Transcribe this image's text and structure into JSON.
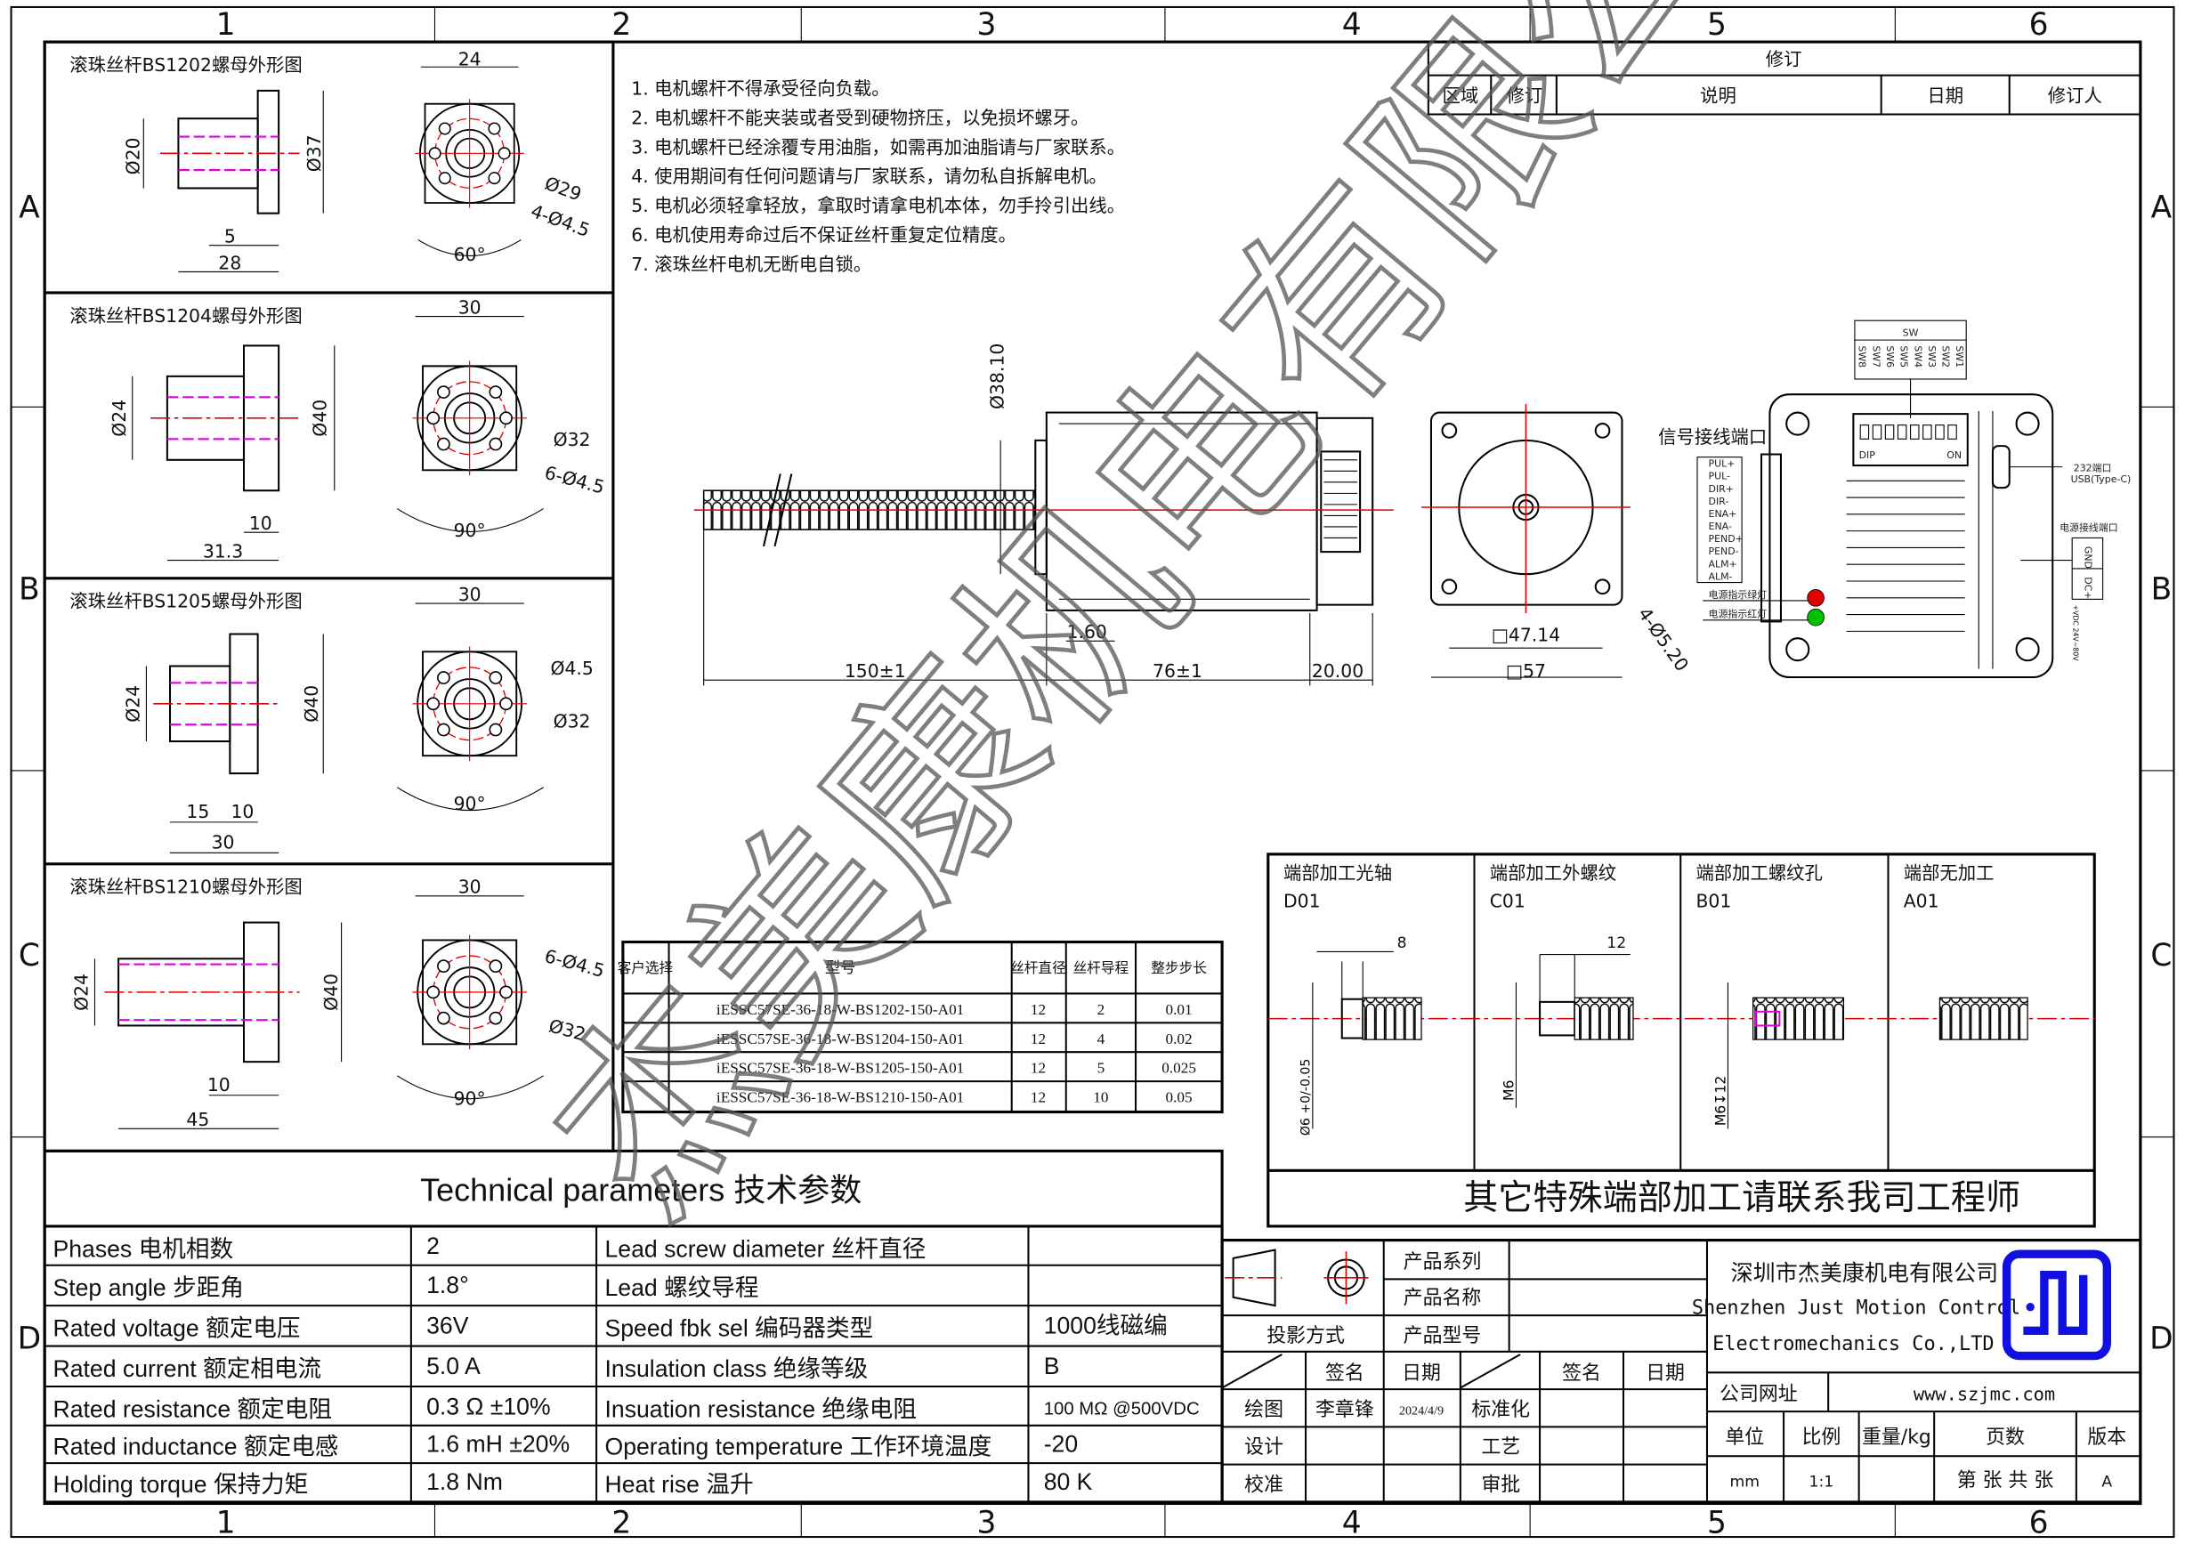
{
  "zones": {
    "cols": [
      "1",
      "2",
      "3",
      "4",
      "5",
      "6"
    ],
    "rows": [
      "A",
      "B",
      "C",
      "D"
    ]
  },
  "watermark": "杰美康机电有限公司",
  "nut_views": [
    {
      "title": "滚珠丝杆BS1202螺母外形图",
      "d_body": "Ø20",
      "d_flange": "Ø37",
      "top": "24",
      "len_a": "5",
      "len_b": "28",
      "pcd": "Ø29",
      "holes": "4-Ø4.5",
      "angle": "60°"
    },
    {
      "title": "滚珠丝杆BS1204螺母外形图",
      "d_body": "Ø24",
      "d_flange": "Ø40",
      "top": "30",
      "len_a": "10",
      "len_b": "31.3",
      "pcd": "Ø32",
      "holes": "6-Ø4.5",
      "angle": "90°"
    },
    {
      "title": "滚珠丝杆BS1205螺母外形图",
      "d_body": "Ø24",
      "d_flange": "Ø40",
      "top": "30",
      "len_a": "15",
      "len_c": "10",
      "len_b": "30",
      "pcd": "Ø32",
      "holes": "Ø4.5",
      "angle": "90°"
    },
    {
      "title": "滚珠丝杆BS1210螺母外形图",
      "d_body": "Ø24",
      "d_flange": "Ø40",
      "top": "30",
      "len_a": "10",
      "len_b": "45",
      "pcd": "Ø32",
      "holes": "6-Ø4.5",
      "angle": "90°"
    }
  ],
  "notes": [
    "1.  电机螺杆不得承受径向负载。",
    "2.  电机螺杆不能夹装或者受到硬物挤压，以免损坏螺牙。",
    "3.  电机螺杆已经涂覆专用油脂，如需再加油脂请与厂家联系。",
    "4.  使用期间有任何问题请与厂家联系，请勿私自拆解电机。",
    "5.  电机必须轻拿轻放，拿取时请拿电机本体，勿手拎引出线。",
    "6.  电机使用寿命过后不保证丝杆重复定位精度。",
    "7.  滚珠丝杆电机无断电自锁。"
  ],
  "revision": {
    "title": "修订",
    "headers": [
      "区域",
      "修订",
      "说明",
      "日期",
      "修订人"
    ]
  },
  "motor_drawing": {
    "shaft_dia": "Ø38.10",
    "screw_len": "150±1",
    "body_len": "76±1",
    "end_len": "20.00",
    "flange_thk": "1.60",
    "bolt_square": "□47.14",
    "body_square": "□57",
    "holes": "4-Ø5.20"
  },
  "driver": {
    "sw_title": "SW",
    "switches": [
      "SW8",
      "SW7",
      "SW6",
      "SW5",
      "SW4",
      "SW3",
      "SW2",
      "SW1"
    ],
    "signal_port_label": "信号接线端口",
    "signals": [
      "PUL+",
      "PUL-",
      "DIR+",
      "DIR-",
      "ENA+",
      "ENA-",
      "PEND+",
      "PEND-",
      "ALM+",
      "ALM-"
    ],
    "led_green_label": "电源指示绿灯",
    "led_red_label": "电源指示红灯",
    "usb_label_1": "232端口",
    "usb_label_2": "USB(Type-C)",
    "power_port_label": "电源接线端口",
    "power_pins": [
      "GND",
      "DC+"
    ],
    "power_range": "+VDC 24V~80V",
    "dip_label": "DIP",
    "on_label": "ON",
    "led_red": "#e00000",
    "led_green": "#00c000"
  },
  "model_table": {
    "headers": [
      "客户选择",
      "型号",
      "丝杆直径",
      "丝杆导程",
      "整步步长"
    ],
    "rows": [
      [
        "",
        "iESSC57SE-36-18-W-BS1202-150-A01",
        "12",
        "2",
        "0.01"
      ],
      [
        "",
        "iESSC57SE-36-18-W-BS1204-150-A01",
        "12",
        "4",
        "0.02"
      ],
      [
        "",
        "iESSC57SE-36-18-W-BS1205-150-A01",
        "12",
        "5",
        "0.025"
      ],
      [
        "",
        "iESSC57SE-36-18-W-BS1210-150-A01",
        "12",
        "10",
        "0.05"
      ]
    ]
  },
  "end_machining": {
    "options": [
      {
        "title": "端部加工光轴",
        "code": "D01",
        "dim_len": "8",
        "dim_dia": "Ø6 +0/-0.05"
      },
      {
        "title": "端部加工外螺纹",
        "code": "C01",
        "dim_len": "12",
        "dim_dia": "M6"
      },
      {
        "title": "端部加工螺纹孔",
        "code": "B01",
        "dim_dia": "M6↧12"
      },
      {
        "title": "端部无加工",
        "code": "A01"
      }
    ],
    "footer": "其它特殊端部加工请联系我司工程师"
  },
  "tech_params": {
    "title": "Technical parameters 技术参数",
    "rows": [
      [
        "Phases 电机相数",
        "2",
        "Lead screw diameter 丝杆直径",
        ""
      ],
      [
        "Step angle 步距角",
        "1.8°",
        "Lead 螺纹导程",
        ""
      ],
      [
        "Rated voltage 额定电压",
        "36V",
        "Speed fbk sel  编码器类型",
        "1000线磁编"
      ],
      [
        "Rated current 额定相电流",
        "5.0 A",
        "Insulation class 绝缘等级",
        "B"
      ],
      [
        "Rated resistance 额定电阻",
        "0.3 Ω  ±10%",
        "Insuation resistance 绝缘电阻",
        "100 MΩ @500VDC"
      ],
      [
        "Rated inductance 额定电感",
        "1.6 mH ±20%",
        "Operating temperature 工作环境温度",
        "-20"
      ],
      [
        "Holding torque 保持力矩",
        "1.8 Nm",
        "Heat rise 温升",
        "80 K"
      ]
    ]
  },
  "title_block": {
    "product_series": "产品系列",
    "product_name": "产品名称",
    "projection": "投影方式",
    "product_model": "产品型号",
    "sign": "签名",
    "date": "日期",
    "drawn": "绘图",
    "drawn_by": "李章锋",
    "drawn_date": "2024/4/9",
    "design": "设计",
    "check": "校准",
    "standard": "标准化",
    "process": "工艺",
    "approve": "审批",
    "company_cn": "深圳市杰美康机电有限公司",
    "company_en_1": "Shenzhen Just Motion Control",
    "company_en_2": "Electromechanics Co.,LTD",
    "website_label": "公司网址",
    "website": "www.szjmc.com",
    "unit_label": "单位",
    "scale_label": "比例",
    "weight_label": "重量/kg",
    "pages_label": "页数",
    "version_label": "版本",
    "unit": "mm",
    "scale": "1:1",
    "weight": "",
    "pages": "第 张 共 张",
    "version": "A",
    "logo_color": "#1010e0"
  }
}
